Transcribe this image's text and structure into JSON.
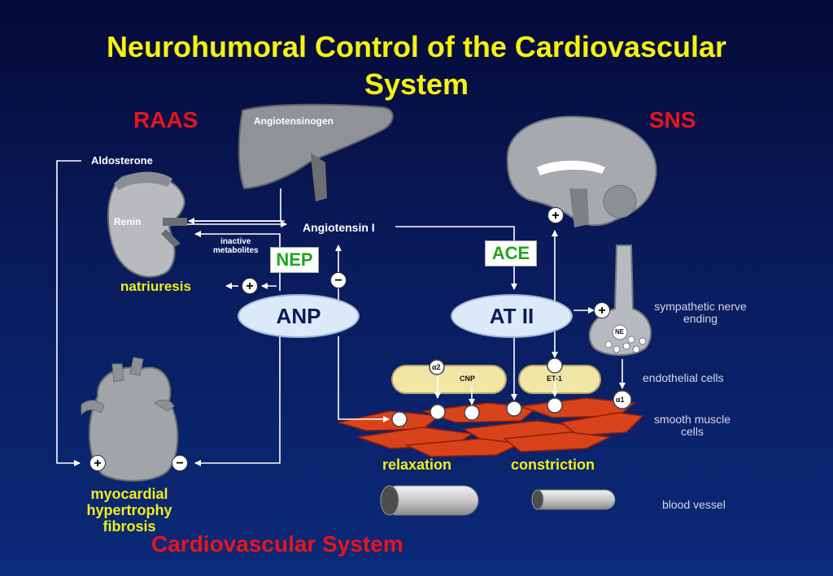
{
  "title_line1": "Neurohumoral Control of the Cardiovascular",
  "title_line2": "System",
  "raas": "RAAS",
  "sns": "SNS",
  "angiotensinogen": "Angiotensinogen",
  "aldosterone": "Aldosterone",
  "renin": "Renin",
  "angiotensin1": "Angiotensin I",
  "inactive_line1": "inactive",
  "inactive_line2": "metabolites",
  "nep": "NEP",
  "ace": "ACE",
  "natriuresis": "natriuresis",
  "anp": "ANP",
  "atii": "AT II",
  "sympathetic_line1": "sympathetic nerve",
  "sympathetic_line2": "ending",
  "ne": "NE",
  "alpha2": "α2",
  "cnp": "CNP",
  "et1": "ET-1",
  "alpha1": "α1",
  "endothelial": "endothelial cells",
  "smooth_line1": "smooth muscle",
  "smooth_line2": "cells",
  "relaxation": "relaxation",
  "constriction": "constriction",
  "blood_vessel": "blood vessel",
  "myo_line1": "myocardial",
  "myo_line2": "hypertrophy",
  "myo_line3": "fibrosis",
  "cv_system": "Cardiovascular System",
  "plus": "+",
  "minus": "−",
  "colors": {
    "title": "#f5f20f",
    "label_red": "#e8141e",
    "label_yellow": "#f0ee1a",
    "nep_ace_green": "#1fa51f",
    "oval_fill": "#dbe9f8",
    "muscle": "#d8431c"
  }
}
